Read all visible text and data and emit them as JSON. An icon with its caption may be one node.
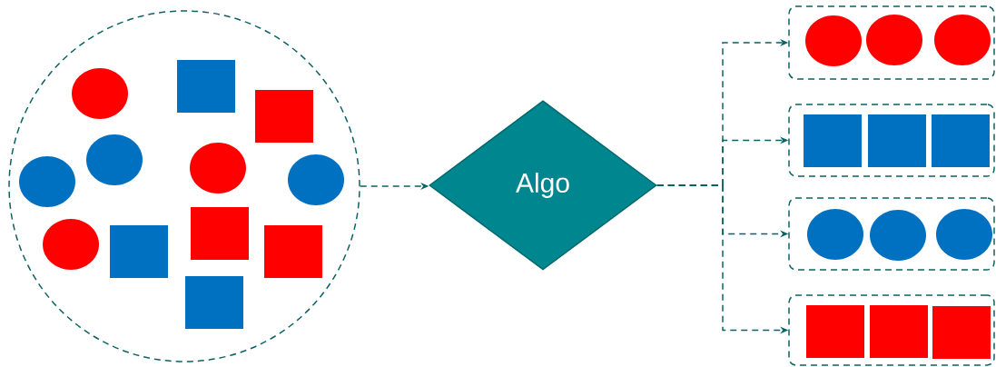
{
  "diagram": {
    "nodes": [
      {
        "text": [],
        "shape": "circle"
      },
      {
        "text": [
          "Algo"
        ]
      },
      {
        "text": [],
        "shape": "box"
      },
      {
        "text": [],
        "shape": "box"
      },
      {
        "text": [],
        "shape": "box"
      },
      {
        "text": [],
        "shape": "box"
      }
    ],
    "edges": [
      {
        "from": 0,
        "to": 1,
        "arrow": "to",
        "style": "dashed"
      },
      {
        "from": 1,
        "to": 2,
        "arrow": "to",
        "style": "dashed"
      },
      {
        "from": 1,
        "to": 3,
        "arrow": "to",
        "style": "dashed"
      },
      {
        "from": 1,
        "to": 4,
        "arrow": "to",
        "style": "dashed"
      },
      {
        "from": 1,
        "to": 5,
        "arrow": "to",
        "style": "dashed"
      }
    ]
  }
}
